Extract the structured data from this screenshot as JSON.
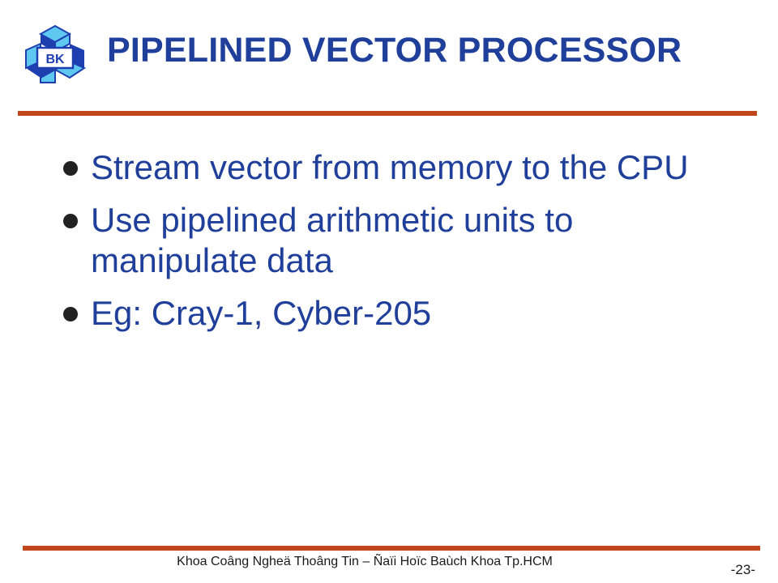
{
  "slide": {
    "logo_text": "BK",
    "title": "PIPELINED VECTOR PROCESSOR",
    "bullets": [
      {
        "text": "Stream vector from memory to the CPU"
      },
      {
        "text": "Use pipelined arithmetic units to manipulate data"
      },
      {
        "text": "Eg: Cray-1, Cyber-205"
      }
    ],
    "footer": "Khoa Coâng Ngheä Thoâng Tin – Ñaïi Hoïc Baùch Khoa Tp.HCM",
    "page_number": "-23-"
  },
  "colors": {
    "title": "#1f3f9a",
    "rule": "#c0461c",
    "logo_light": "#5ec8f0",
    "logo_dark": "#1e3fb0"
  }
}
